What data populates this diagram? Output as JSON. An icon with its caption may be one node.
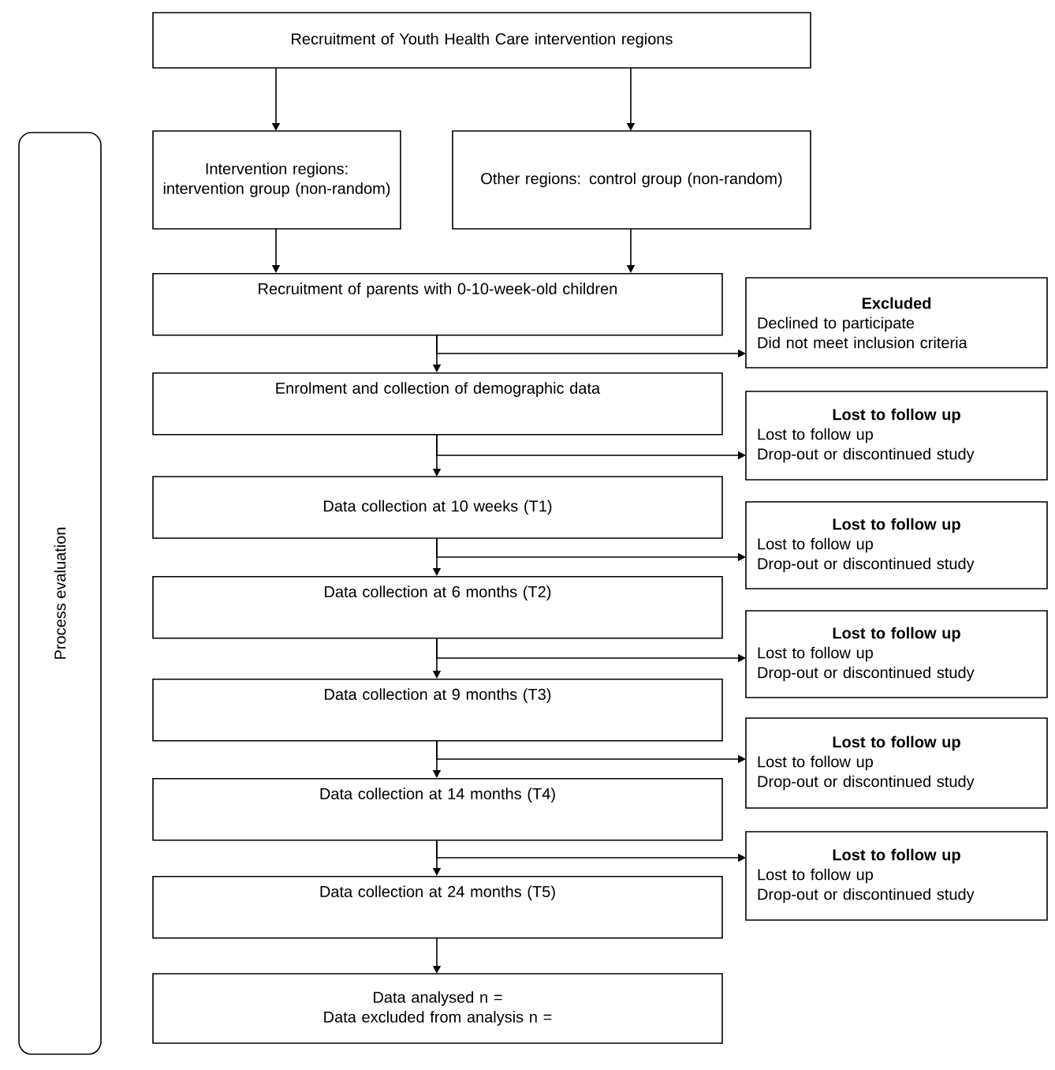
{
  "diagram": {
    "nodes": [
      {
        "text": [
          "Recruitment of Youth Health Care intervention regions"
        ]
      },
      {
        "text": [
          "Intervention regions: intervention group (non-random)"
        ]
      },
      {
        "text": [
          "Other regions: control group (non-random)"
        ]
      },
      {
        "text": [
          "Recruitment of parents with 0-10-week-old children"
        ]
      },
      {
        "text": [
          "Excluded",
          "Declined to participate",
          "Did not meet inclusion criteria"
        ]
      },
      {
        "text": [
          "Enrolment and collection of demographic data"
        ]
      },
      {
        "text": [
          "Lost to follow up",
          "Lost to follow up",
          "Drop-out or discontinued study"
        ]
      },
      {
        "text": [
          "Data collection at 10 weeks (T1)"
        ]
      },
      {
        "text": [
          "Lost to follow up",
          "Lost to follow up",
          "Drop-out or discontinued study"
        ]
      },
      {
        "text": [
          "Data collection at 6 months (T2)"
        ]
      },
      {
        "text": [
          "Lost to follow up",
          "Lost to follow up",
          "Drop-out or discontinued study"
        ]
      },
      {
        "text": [
          "Data collection at 9 months (T3)"
        ]
      },
      {
        "text": [
          "Lost to follow up",
          "Lost to follow up",
          "Drop-out or discontinued study"
        ]
      },
      {
        "text": [
          "Data collection at 14 months (T4)"
        ]
      },
      {
        "text": [
          "Lost to follow up",
          "Lost to follow up",
          "Drop-out or discontinued study"
        ]
      },
      {
        "text": [
          "Data collection at 24 months (T5)"
        ]
      },
      {
        "text": [
          "Data analysed n =",
          "Data excluded from analysis n ="
        ]
      },
      {
        "text": [
          "Process evaluation"
        ]
      }
    ],
    "edges": [
      {
        "from": 0,
        "to": 1,
        "arrow": "to"
      },
      {
        "from": 0,
        "to": 2,
        "arrow": "to"
      },
      {
        "from": 1,
        "to": 3,
        "arrow": "to"
      },
      {
        "from": 2,
        "to": 3,
        "arrow": "to"
      },
      {
        "from": 3,
        "to": 5,
        "arrow": "to"
      },
      {
        "from": 3,
        "to": 4,
        "arrow": "to"
      },
      {
        "from": 5,
        "to": 7,
        "arrow": "to"
      },
      {
        "from": 5,
        "to": 6,
        "arrow": "to"
      },
      {
        "from": 7,
        "to": 9,
        "arrow": "to"
      },
      {
        "from": 7,
        "to": 8,
        "arrow": "to"
      },
      {
        "from": 9,
        "to": 11,
        "arrow": "to"
      },
      {
        "from": 9,
        "to": 10,
        "arrow": "to"
      },
      {
        "from": 11,
        "to": 13,
        "arrow": "to"
      },
      {
        "from": 11,
        "to": 12,
        "arrow": "to"
      },
      {
        "from": 13,
        "to": 15,
        "arrow": "to"
      },
      {
        "from": 13,
        "to": 14,
        "arrow": "to"
      },
      {
        "from": 15,
        "to": 16,
        "arrow": "to"
      }
    ]
  }
}
